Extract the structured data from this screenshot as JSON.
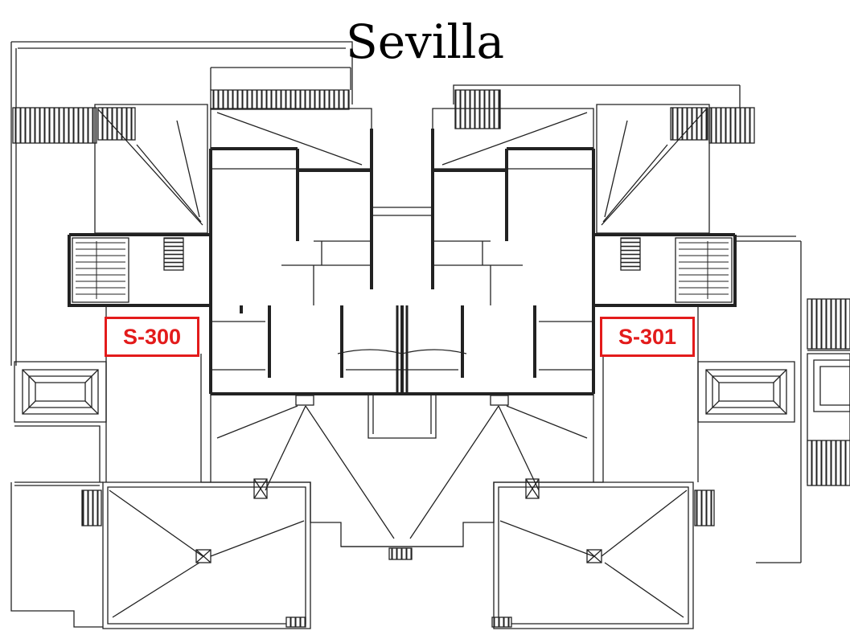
{
  "title": "Sevilla",
  "units": [
    {
      "id": "S-300",
      "side": "left"
    },
    {
      "id": "S-301",
      "side": "right"
    }
  ],
  "colors": {
    "label_red": "#e31b1b",
    "linework": "#222222",
    "background": "#ffffff"
  }
}
